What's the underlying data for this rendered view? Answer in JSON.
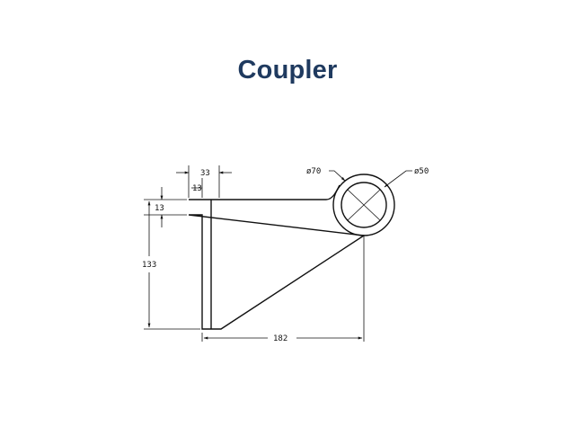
{
  "slide": {
    "title": "Coupler",
    "title_color": "#1f3a5f"
  },
  "drawing": {
    "line_color": "#111111",
    "dimensions": {
      "top_width": "33",
      "lip_width": "13",
      "lip_height": "13",
      "overall_height": "133",
      "overall_length": "182",
      "outer_diameter": "ø70",
      "inner_diameter": "ø50"
    }
  }
}
